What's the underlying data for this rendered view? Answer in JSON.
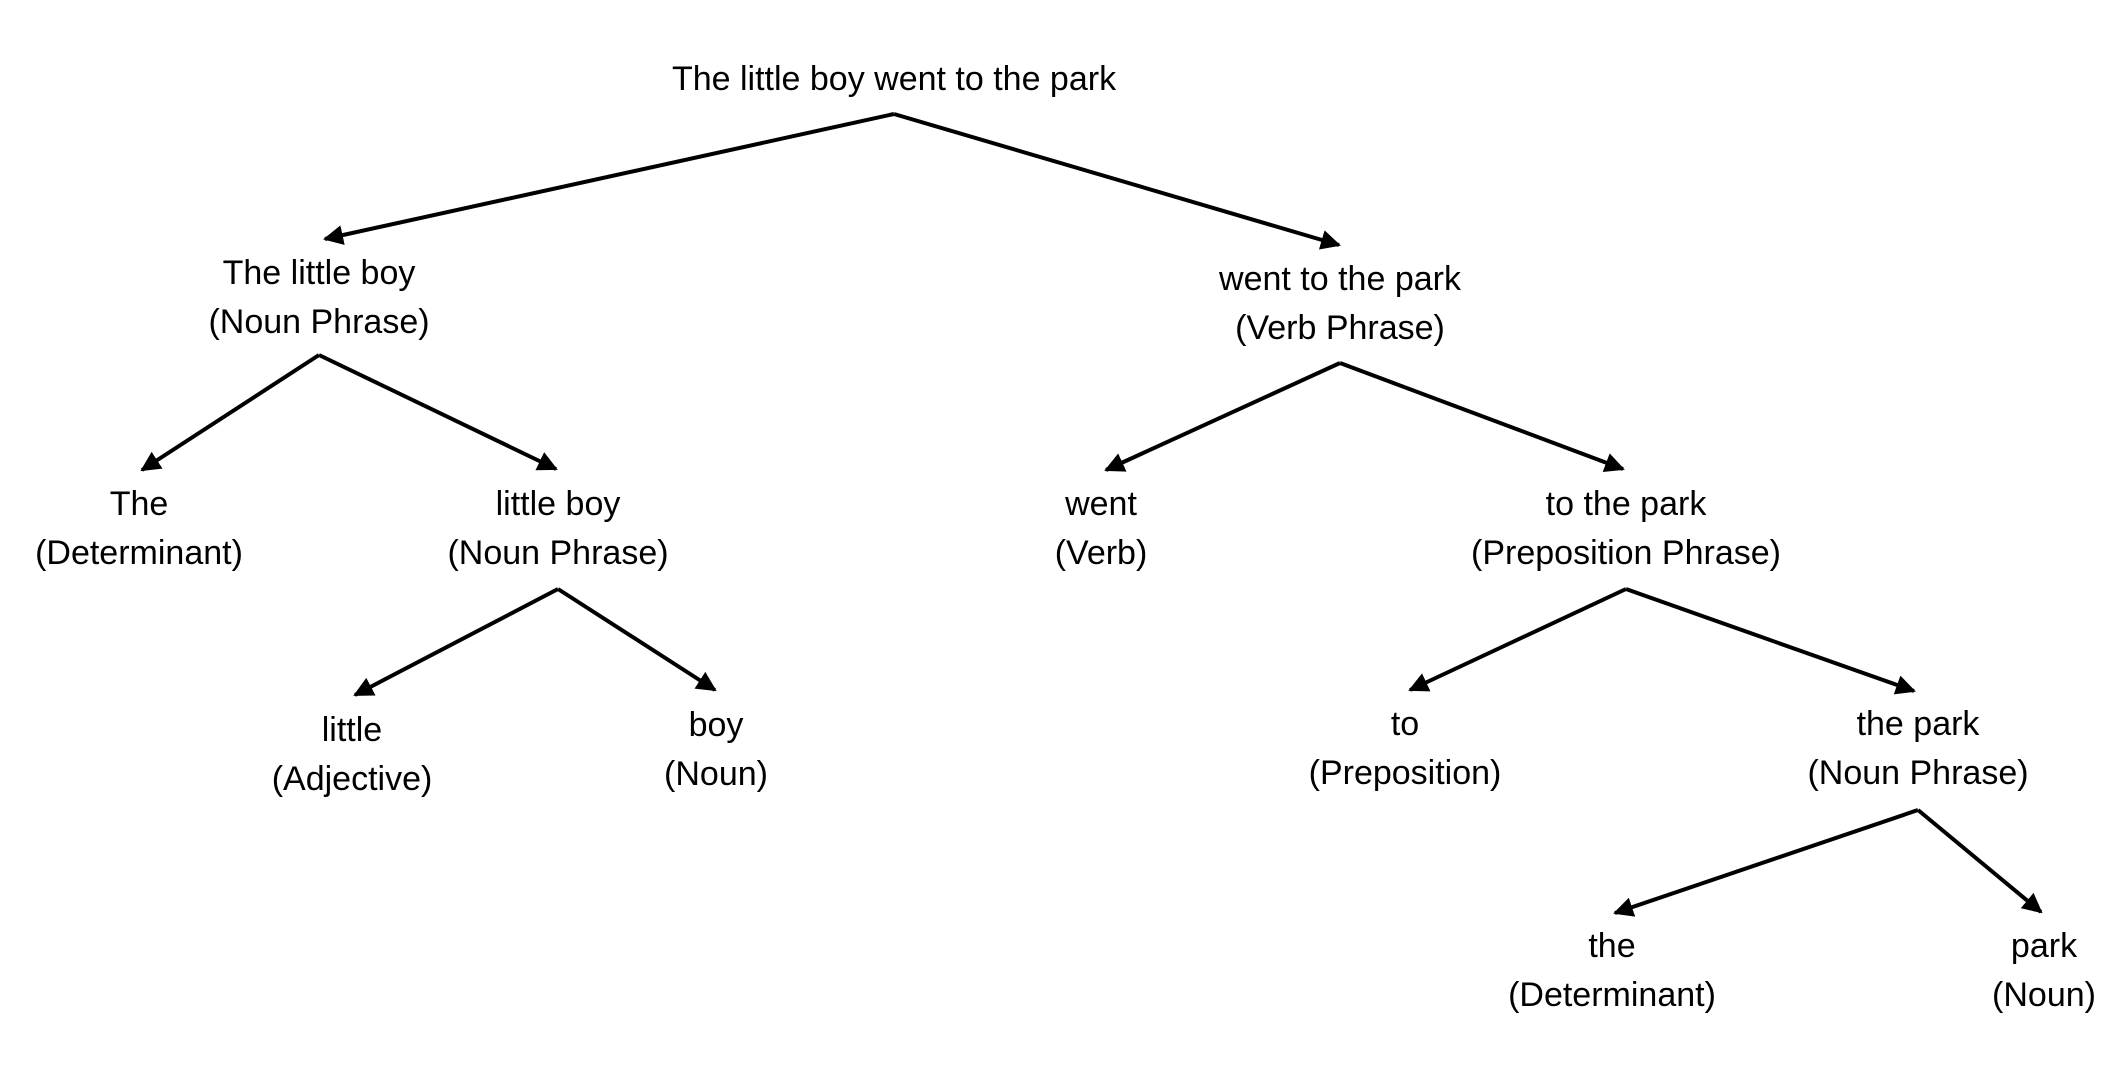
{
  "tree": {
    "root": {
      "text": "The little boy went to the park"
    },
    "nodes": {
      "np_main": {
        "text": "The little boy",
        "label": "(Noun Phrase)"
      },
      "vp_main": {
        "text": "went to the park",
        "label": "(Verb Phrase)"
      },
      "det_the": {
        "text": "The",
        "label": "(Determinant)"
      },
      "np_little": {
        "text": "little boy",
        "label": "(Noun Phrase)"
      },
      "adj": {
        "text": "little",
        "label": "(Adjective)"
      },
      "noun_boy": {
        "text": "boy",
        "label": "(Noun)"
      },
      "verb": {
        "text": "went",
        "label": "(Verb)"
      },
      "pp": {
        "text": "to the park",
        "label": "(Preposition Phrase)"
      },
      "prep": {
        "text": "to",
        "label": "(Preposition)"
      },
      "np_park": {
        "text": "the park",
        "label": "(Noun Phrase)"
      },
      "det_the2": {
        "text": "the",
        "label": "(Determinant)"
      },
      "noun_park": {
        "text": "park",
        "label": "(Noun)"
      }
    },
    "edges": [
      [
        "root",
        "np_main"
      ],
      [
        "root",
        "vp_main"
      ],
      [
        "np_main",
        "det_the"
      ],
      [
        "np_main",
        "np_little"
      ],
      [
        "np_little",
        "adj"
      ],
      [
        "np_little",
        "noun_boy"
      ],
      [
        "vp_main",
        "verb"
      ],
      [
        "vp_main",
        "pp"
      ],
      [
        "pp",
        "prep"
      ],
      [
        "pp",
        "np_park"
      ],
      [
        "np_park",
        "det_the2"
      ],
      [
        "np_park",
        "noun_park"
      ]
    ]
  },
  "colors": {
    "ink": "#000000",
    "background": "#ffffff"
  }
}
